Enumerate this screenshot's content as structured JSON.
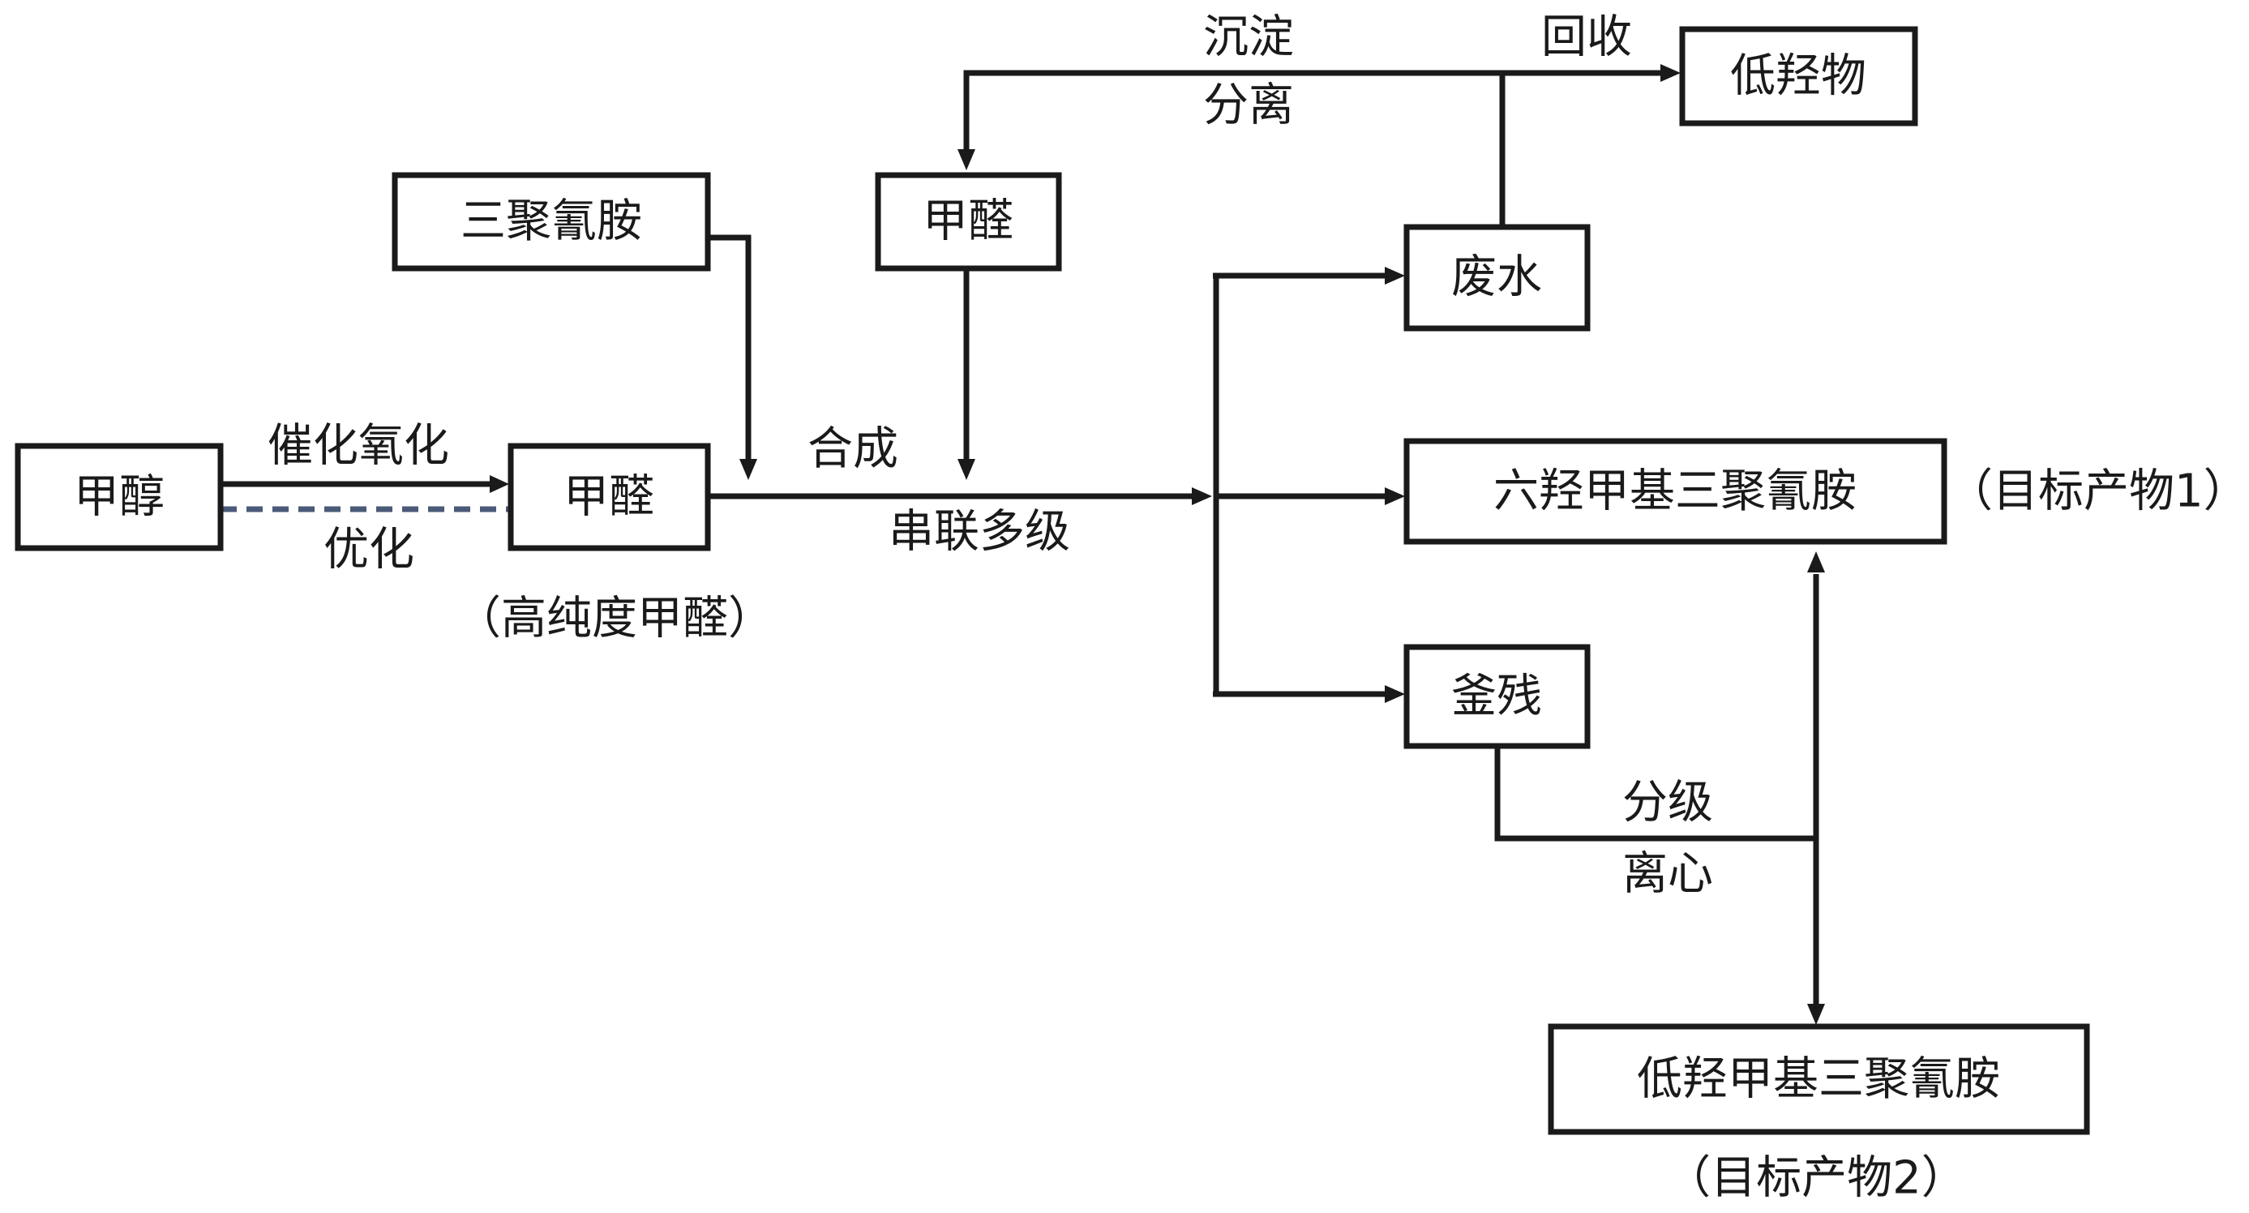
{
  "nodes": {
    "methanol": "甲醇",
    "formaldehyde_main": "甲醛",
    "melamine": "三聚氰胺",
    "formaldehyde_top": "甲醛",
    "wastewater": "废水",
    "low_hydroxyl_recovered": "低羟物",
    "hexamethylol_melamine": "六羟甲基三聚氰胺",
    "kettle_residue": "釜残",
    "low_hydroxymethyl_melamine": "低羟甲基三聚氰胺"
  },
  "edge_labels": {
    "catalytic_oxidation": "催化氧化",
    "optimization": "优化",
    "synthesis": "合成",
    "series_multistage": "串联多级",
    "precipitation": "沉淀",
    "separation": "分离",
    "recovery": "回收",
    "fractionation": "分级",
    "centrifuge": "离心"
  },
  "notes": {
    "high_purity_formaldehyde": "（高纯度甲醛）",
    "target_product_1": "（目标产物1）",
    "target_product_2": "（目标产物2）"
  },
  "colors": {
    "line": "#1a1a1a",
    "dashed_optimization_line": "#4a5a78"
  }
}
